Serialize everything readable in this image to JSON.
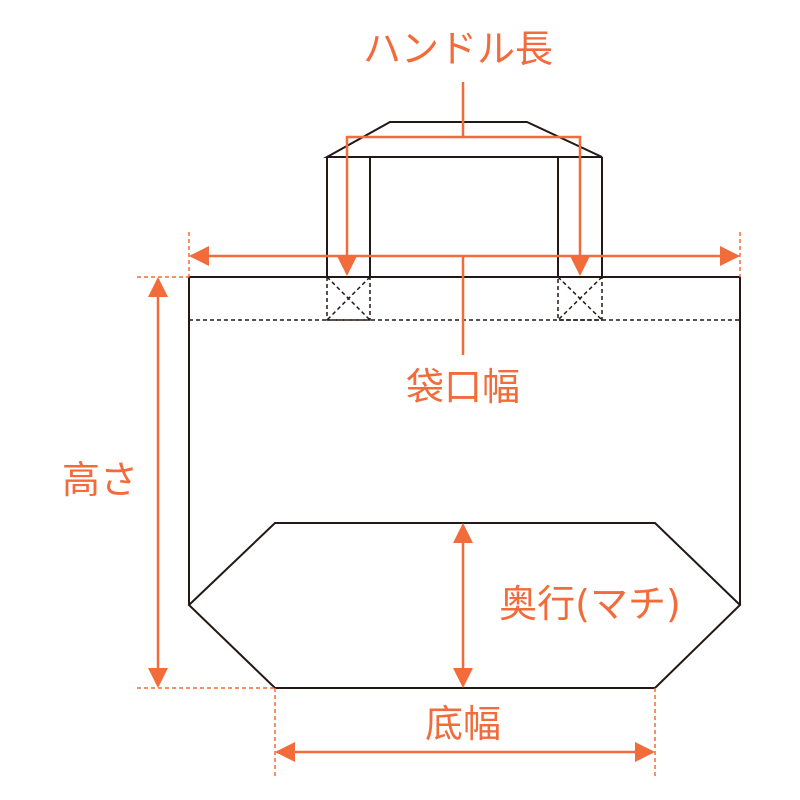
{
  "labels": {
    "handle_length": "ハンドル長",
    "bag_opening_width": "袋口幅",
    "height": "高さ",
    "depth": "奥行(マチ)",
    "bottom_width": "底幅"
  },
  "colors": {
    "dimension": "#f26b3a",
    "outline": "#231815"
  }
}
